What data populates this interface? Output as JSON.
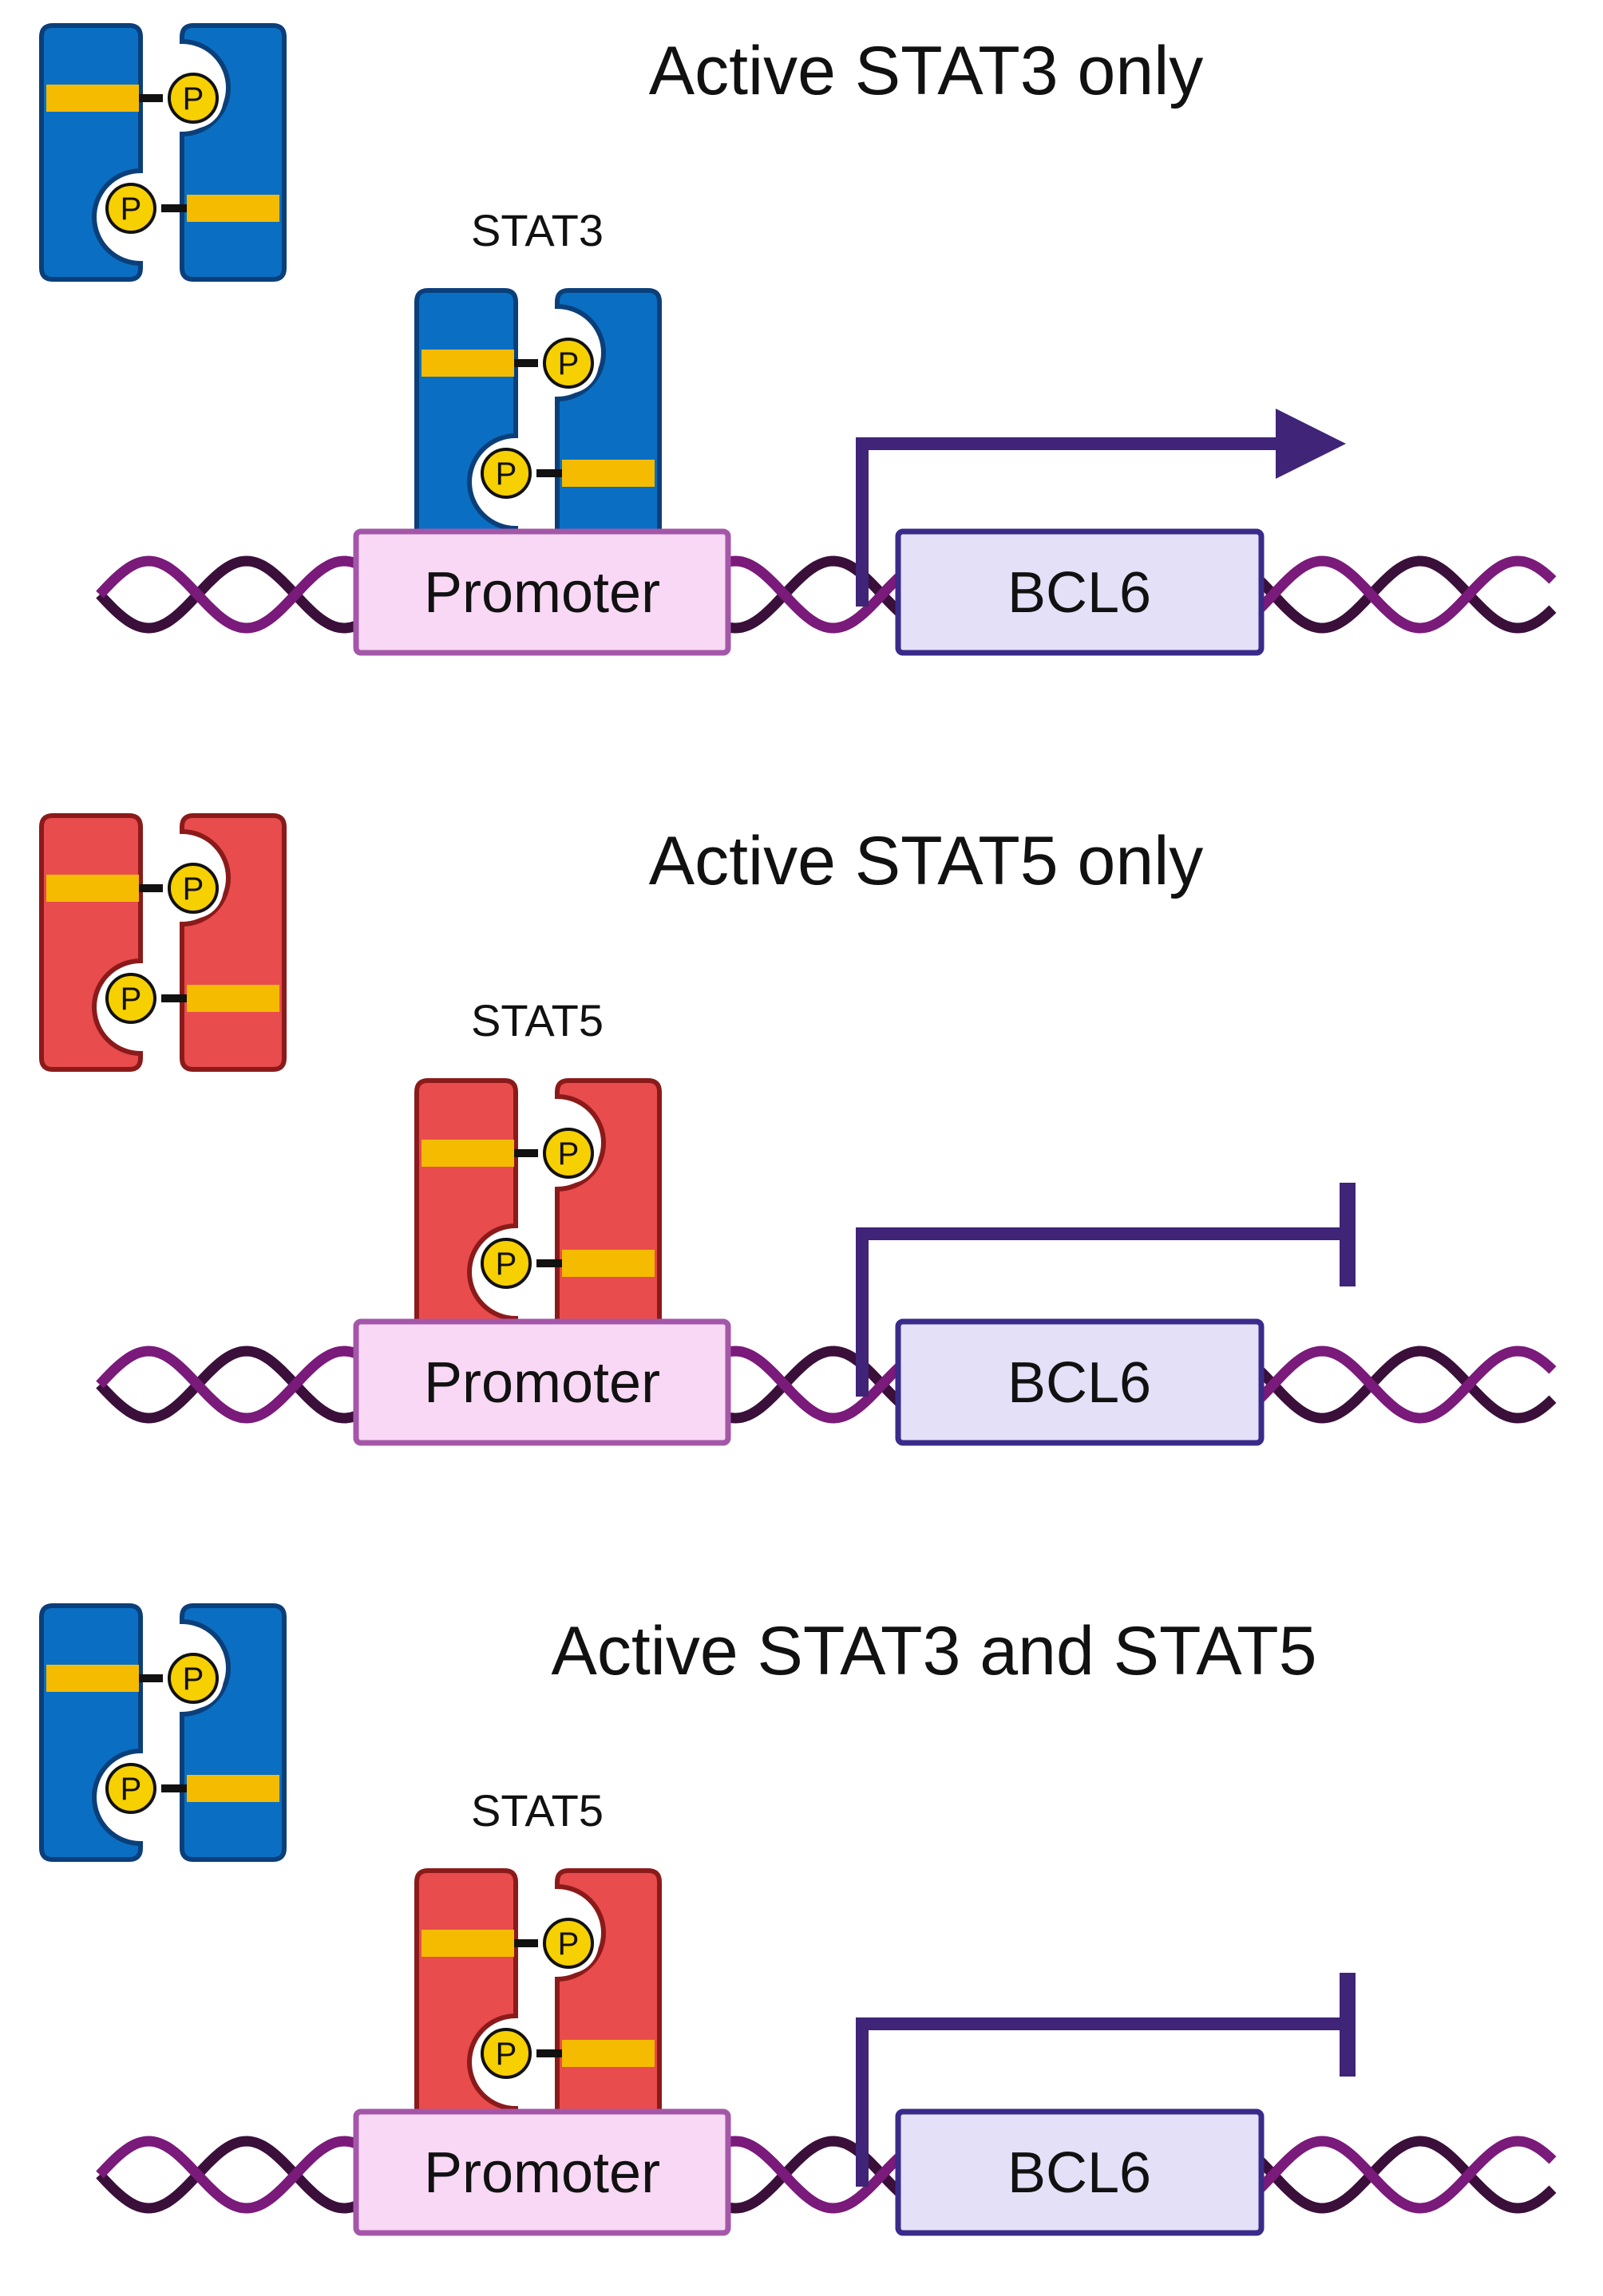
{
  "colors": {
    "stat3_fill": "#0a6fc2",
    "stat3_stroke": "#0b3f7a",
    "stat5_fill": "#e84c4c",
    "stat5_stroke": "#8b1a1a",
    "stripe": "#f5bb00",
    "phospho_fill": "#f6d000",
    "dna_strand_1": "#3a0f3a",
    "dna_strand_2": "#7a1a7a",
    "promoter_fill": "#f8d8f4",
    "promoter_stroke": "#a457a8",
    "gene_fill": "#e4e0f7",
    "gene_stroke": "#3a2a8a",
    "arrow": "#3f2477"
  },
  "phospho_label": "P",
  "panels": [
    {
      "title": "Active STAT3 only",
      "legend_protein": "STAT3",
      "bound_label": "STAT3",
      "bound_protein": "STAT3",
      "promoter_label": "Promoter",
      "gene_label": "BCL6",
      "transcription": "activated",
      "transcription_icon": "arrow-icon"
    },
    {
      "title": "Active STAT5 only",
      "legend_protein": "STAT5",
      "bound_label": "STAT5",
      "bound_protein": "STAT5",
      "promoter_label": "Promoter",
      "gene_label": "BCL6",
      "transcription": "blocked",
      "transcription_icon": "block-icon"
    },
    {
      "title": "Active STAT3 and STAT5",
      "legend_protein": "STAT3",
      "bound_label": "STAT5",
      "bound_protein": "STAT5",
      "promoter_label": "Promoter",
      "gene_label": "BCL6",
      "transcription": "blocked",
      "transcription_icon": "block-icon"
    }
  ]
}
